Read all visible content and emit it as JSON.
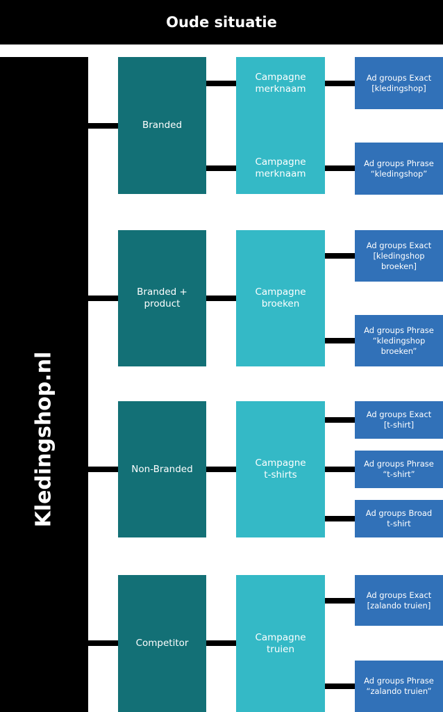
{
  "title": "Oude situatie",
  "root": "Kledingshop.nl",
  "groups": [
    {
      "category": "Branded",
      "campaigns": [
        "Campagne\nmerknaam",
        "Campagne\nmerknaam"
      ],
      "ad_groups": [
        "Ad groups Exact\n[kledingshop]",
        "Ad groups Phrase\n“kledingshop”"
      ]
    },
    {
      "category": "Branded +\nproduct",
      "campaigns": [
        "Campagne\nbroeken"
      ],
      "ad_groups": [
        "Ad groups Exact\n[kledingshop\nbroeken]",
        "Ad groups Phrase\n“kledingshop\nbroeken”"
      ]
    },
    {
      "category": "Non-Branded",
      "campaigns": [
        "Campagne\nt-shirts"
      ],
      "ad_groups": [
        "Ad groups Exact\n[t-shirt]",
        "Ad groups Phrase\n“t-shirt”",
        "Ad groups Broad\nt-shirt"
      ]
    },
    {
      "category": "Competitor",
      "campaigns": [
        "Campagne\ntruien"
      ],
      "ad_groups": [
        "Ad groups Exact\n[zalando truien]",
        "Ad groups Phrase\n“zalando truien”"
      ]
    }
  ],
  "colors": {
    "header": "#000000",
    "root": "#000000",
    "category": "#137076",
    "campaign": "#34b9c6",
    "ad_group": "#3171b8",
    "connector": "#000000"
  }
}
